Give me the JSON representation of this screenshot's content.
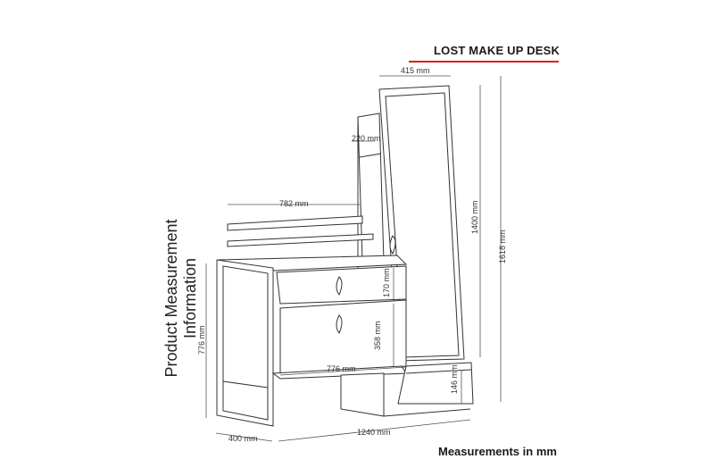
{
  "title": "LOST MAKE UP DESK",
  "side_label": "Product Measurement Information",
  "footer": "Measurements in mm",
  "accent_color": "#d9211c",
  "dimensions": {
    "mirror_width": "415 mm",
    "shelf_depth": "220 mm",
    "top_width": "782 mm",
    "mirror_height": "1400 mm",
    "total_height": "1618 mm",
    "drawer_height": "170 mm",
    "door_height": "358 mm",
    "cabinet_width": "776 mm",
    "desk_height": "776 mm",
    "bottom_shelf_height": "146 mm",
    "depth": "400 mm",
    "total_width": "1240 mm"
  }
}
